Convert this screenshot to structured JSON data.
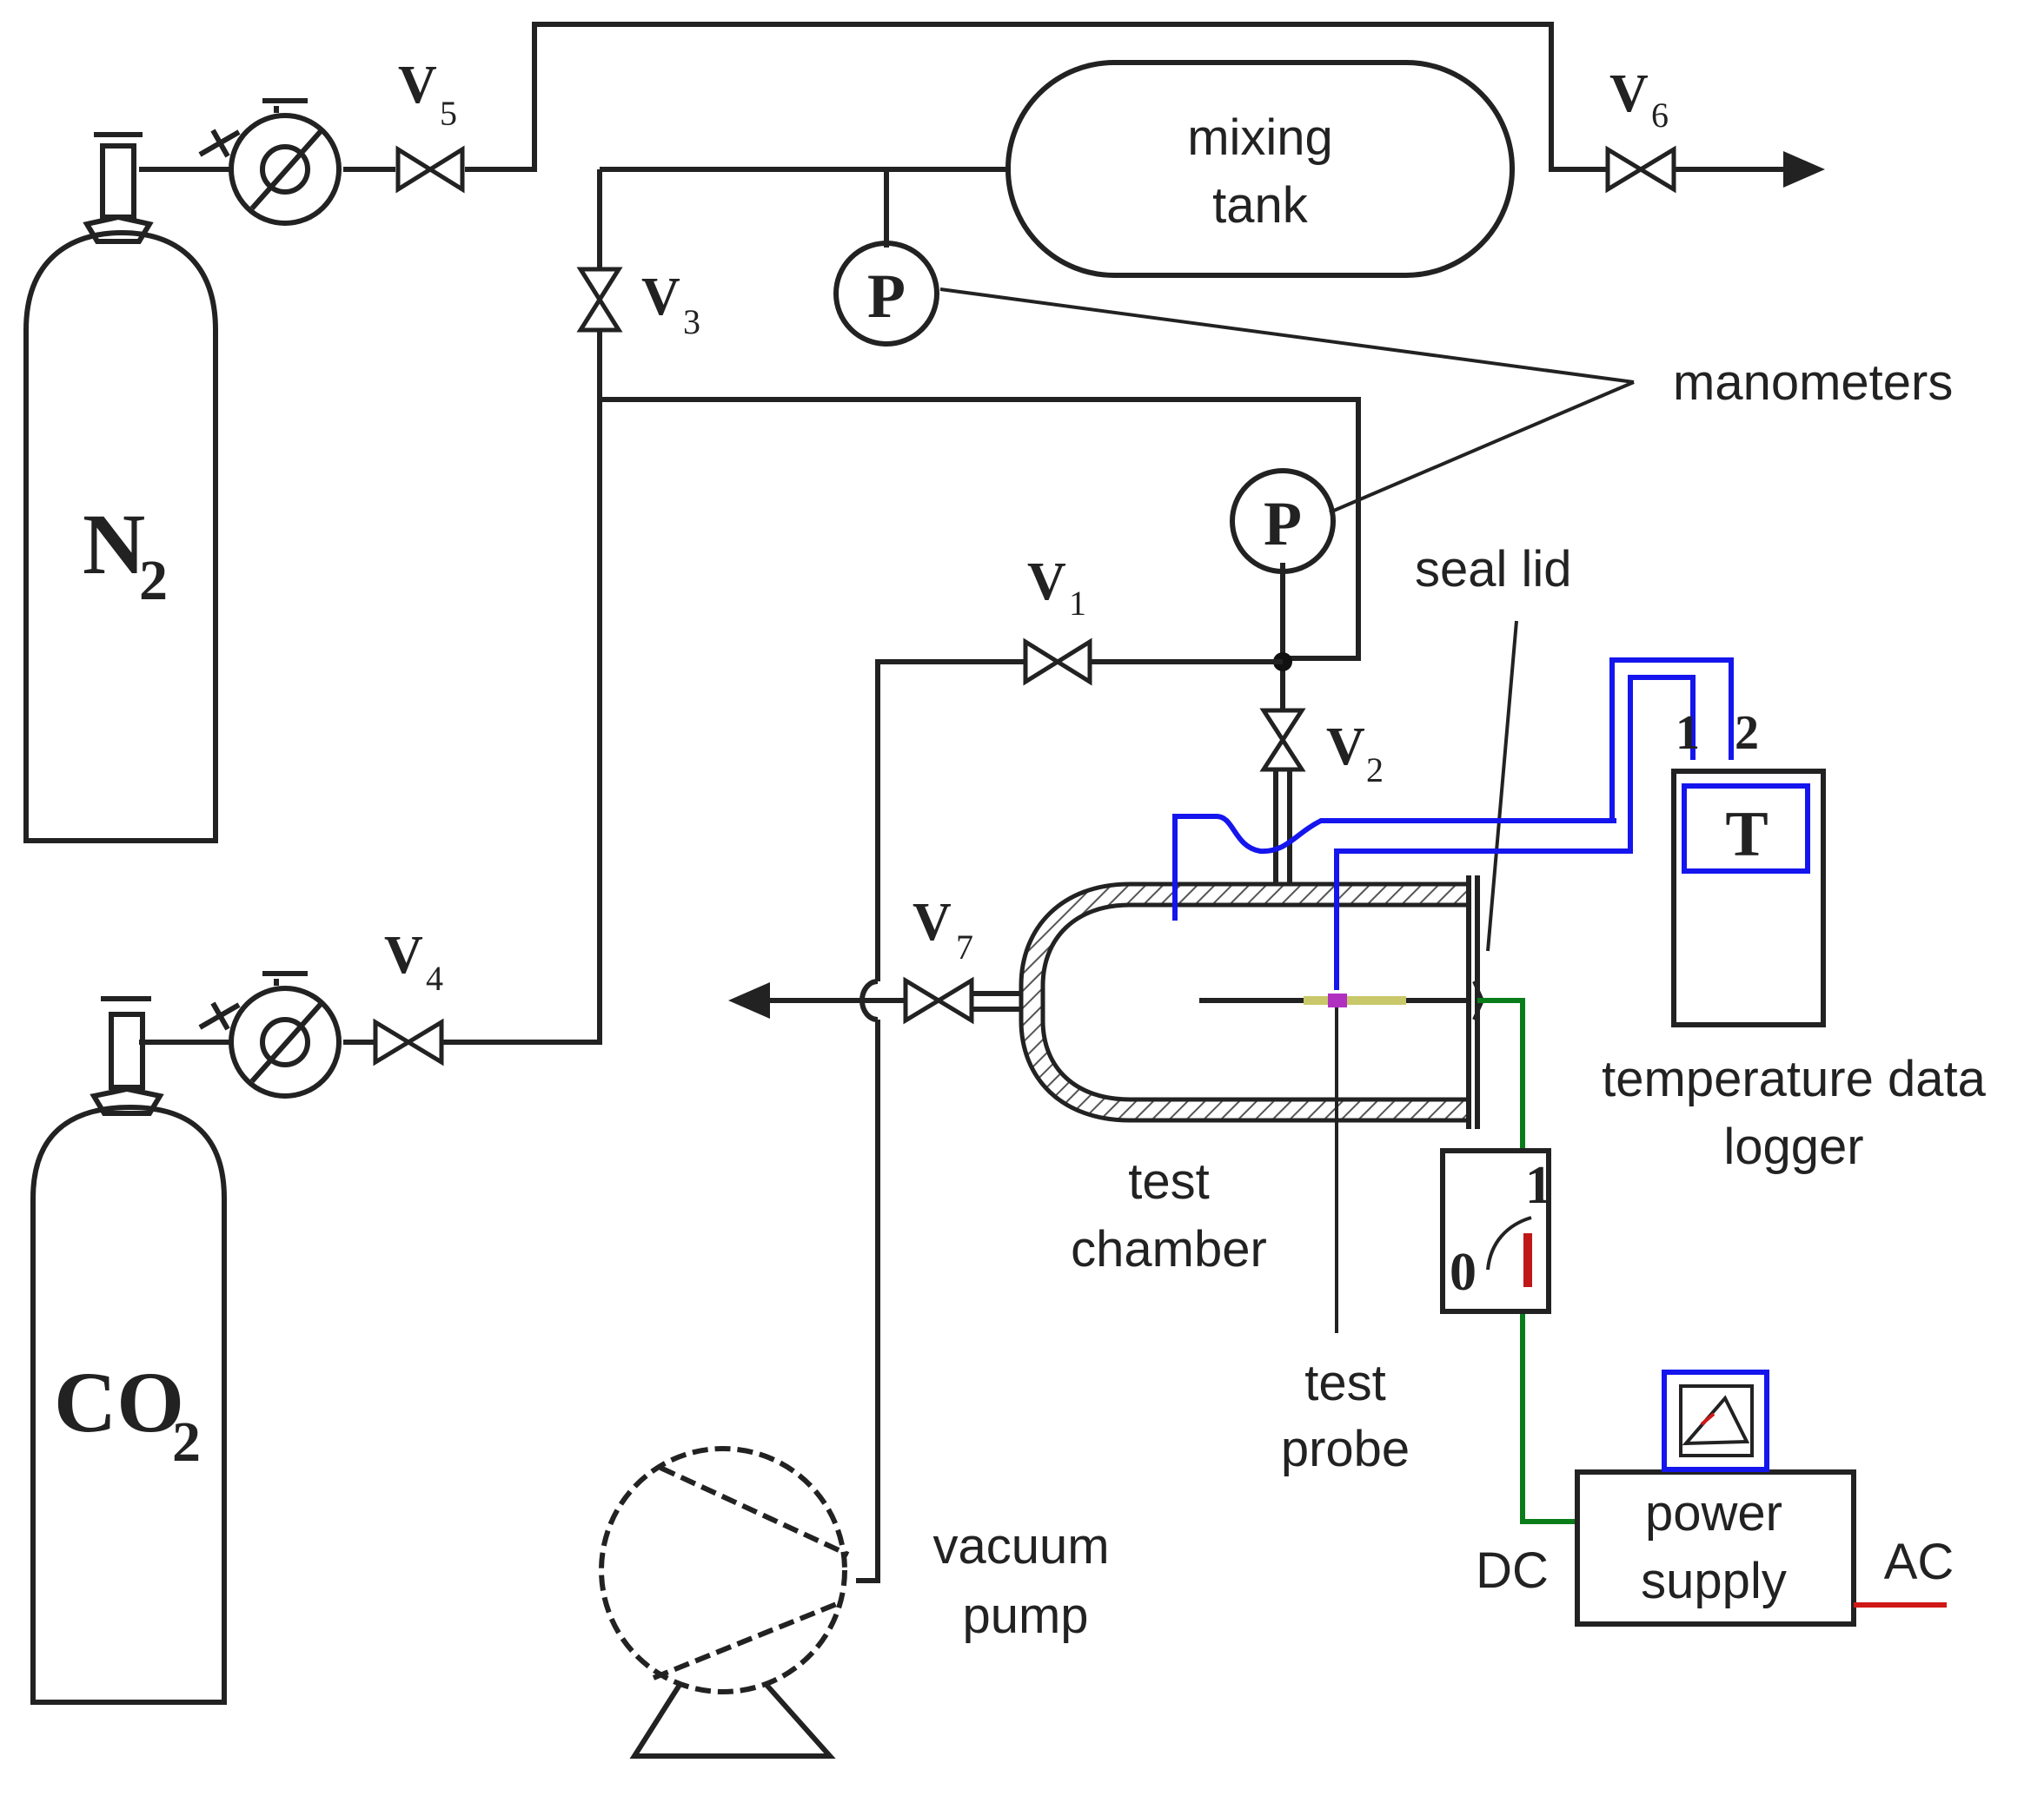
{
  "labels": {
    "mixing_tank": [
      "mixing",
      "tank"
    ],
    "manometers": "manometers",
    "seal_lid": "seal lid",
    "temperature_data_logger": [
      "temperature data",
      "logger"
    ],
    "test_chamber": [
      "test",
      "chamber"
    ],
    "test_probe": [
      "test",
      "probe"
    ],
    "vacuum_pump": [
      "vacuum",
      "pump"
    ],
    "power_supply": [
      "power",
      "supply"
    ],
    "dc": "DC",
    "ac": "AC",
    "pressure_gauge_symbol": "P",
    "logger_display": "T",
    "logger_channels": [
      "1",
      "2"
    ],
    "switch_on": "1",
    "switch_off": "0"
  },
  "gases": {
    "n2": {
      "base": "N",
      "sub": "2"
    },
    "co2": {
      "base": "CO",
      "sub": "2"
    }
  },
  "valves": [
    {
      "base": "V",
      "sub": "1"
    },
    {
      "base": "V",
      "sub": "2"
    },
    {
      "base": "V",
      "sub": "3"
    },
    {
      "base": "V",
      "sub": "4"
    },
    {
      "base": "V",
      "sub": "5"
    },
    {
      "base": "V",
      "sub": "6"
    },
    {
      "base": "V",
      "sub": "7"
    }
  ],
  "colors": {
    "line": "#222222",
    "thermocouple": "#1515ee",
    "dc_wire": "#0a7d1a",
    "ac_wire": "#d01818",
    "probe": "#c8c86a",
    "probe_sensor": "#b030c0"
  }
}
